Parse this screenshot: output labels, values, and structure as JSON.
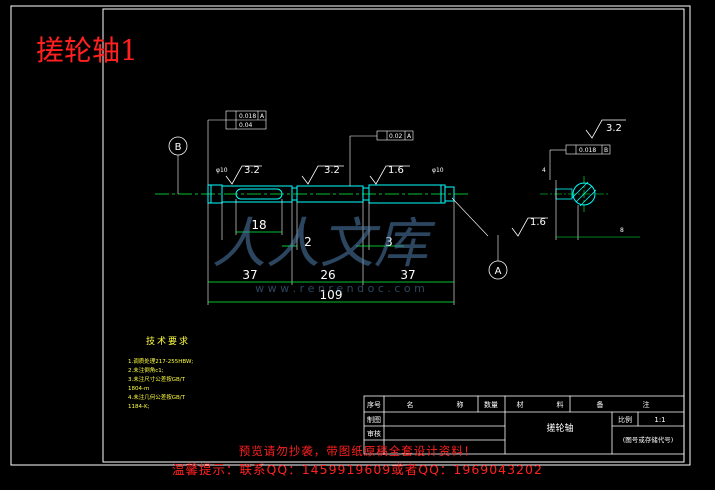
{
  "drawing": {
    "big_title": "搓轮轴1",
    "part_name": "搓轮轴",
    "scale_label": "比例",
    "scale_value": "1:1",
    "drawing_code": "(图号或存储代号)",
    "title_headers": [
      "序号",
      "名",
      "称",
      "数量",
      "材",
      "料",
      "备",
      "注"
    ],
    "row_labels": [
      "制图",
      "审核"
    ],
    "balloon_b": "B",
    "balloon_a": "A",
    "dims": {
      "d18": "18",
      "d2": "2",
      "d3": "3",
      "d37a": "37",
      "d26": "26",
      "d37b": "37",
      "d109": "109"
    },
    "roughness": {
      "r1": "3.2",
      "r2": "3.2",
      "r3": "1.6",
      "r4": "3.2",
      "r5": "1.6"
    },
    "tolerances": {
      "t1a": "0.018",
      "t1a_ref": "A",
      "t1b": "0.04",
      "t2": "0.02",
      "t2_ref": "A",
      "t3": "0.018",
      "t3_ref": "B",
      "dia_left": "φ10",
      "dia_right": "φ10",
      "dim_4": "4",
      "dim_8": "8"
    },
    "watermark_text": "人人文库",
    "watermark_url": "w w w . r e n r e n d o c . c o m"
  },
  "tech": {
    "title": "技术要求",
    "items": [
      "1.调质处理217-255HBW;",
      "2.未注倒角c1;",
      "3.未注尺寸公差按GB/T",
      "1804-m",
      "4.未注几何公差按GB/T",
      "1184-K;"
    ]
  },
  "preview": {
    "line1": "预览请勿抄袭，带图纸原稿全套设计资料！",
    "line2": "温馨提示：联系QQ：1459919609或者QQ：1969043202"
  },
  "colors": {
    "background": "#000000",
    "frame": "#ffffff",
    "part": "#00ffff",
    "dimension": "#00ff40",
    "annotation": "#ffffff",
    "title_red": "#ff2020",
    "tech_text": "#ffff40",
    "watermark": "#5080b0"
  }
}
